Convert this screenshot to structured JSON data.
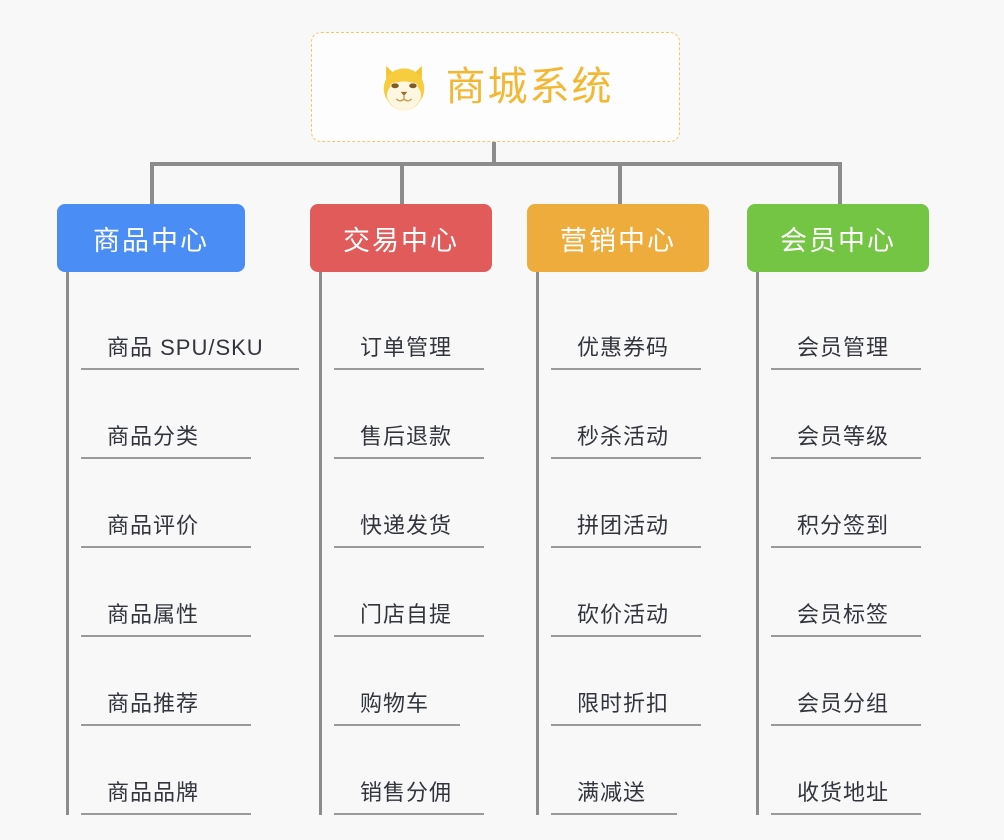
{
  "page": {
    "background_color": "#f8f8f8",
    "type": "mindmap"
  },
  "root": {
    "title": "商城系统",
    "icon": "shiba-dog-icon",
    "text_color": "#f2b834",
    "border_color": "#f0c96a"
  },
  "connector_color": "#8c8c8c",
  "columns": [
    {
      "title": "商品中心",
      "color": "#4a8ef5",
      "items": [
        "商品 SPU/SKU",
        "商品分类",
        "商品评价",
        "商品属性",
        "商品推荐",
        "商品品牌"
      ]
    },
    {
      "title": "交易中心",
      "color": "#e15b5b",
      "items": [
        "订单管理",
        "售后退款",
        "快递发货",
        "门店自提",
        "购物车",
        "销售分佣"
      ]
    },
    {
      "title": "营销中心",
      "color": "#eeac3d",
      "items": [
        "优惠券码",
        "秒杀活动",
        "拼团活动",
        "砍价活动",
        "限时折扣",
        "满减送"
      ]
    },
    {
      "title": "会员中心",
      "color": "#74c544",
      "items": [
        "会员管理",
        "会员等级",
        "积分签到",
        "会员标签",
        "会员分组",
        "收货地址"
      ]
    }
  ]
}
